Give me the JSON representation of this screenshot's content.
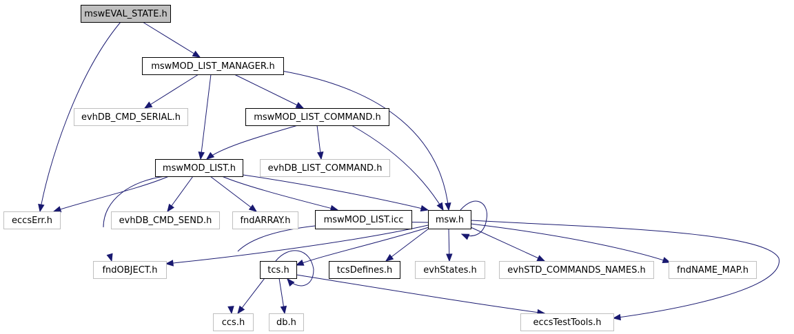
{
  "graph": {
    "colors": {
      "edge": "#191970",
      "root_fill": "#bfbfbf",
      "documented_border": "#000000",
      "undocumented_border": "#bfbfbf",
      "node_fill": "#ffffff"
    },
    "nodes": [
      {
        "id": "mswEVAL_STATE",
        "label": "mswEVAL_STATE.h",
        "style": "root"
      },
      {
        "id": "mswMOD_LIST_MANAGER",
        "label": "mswMOD_LIST_MANAGER.h",
        "style": "documented"
      },
      {
        "id": "evhDB_CMD_SERIAL",
        "label": "evhDB_CMD_SERIAL.h",
        "style": "undocumented"
      },
      {
        "id": "mswMOD_LIST_COMMAND",
        "label": "mswMOD_LIST_COMMAND.h",
        "style": "documented"
      },
      {
        "id": "mswMOD_LIST",
        "label": "mswMOD_LIST.h",
        "style": "documented"
      },
      {
        "id": "evhDB_LIST_COMMAND",
        "label": "evhDB_LIST_COMMAND.h",
        "style": "undocumented"
      },
      {
        "id": "eccsErr",
        "label": "eccsErr.h",
        "style": "undocumented"
      },
      {
        "id": "evhDB_CMD_SEND",
        "label": "evhDB_CMD_SEND.h",
        "style": "undocumented"
      },
      {
        "id": "fndARRAY",
        "label": "fndARRAY.h",
        "style": "undocumented"
      },
      {
        "id": "mswMOD_LIST_icc",
        "label": "mswMOD_LIST.icc",
        "style": "documented"
      },
      {
        "id": "msw",
        "label": "msw.h",
        "style": "documented"
      },
      {
        "id": "fndOBJECT",
        "label": "fndOBJECT.h",
        "style": "undocumented"
      },
      {
        "id": "tcs",
        "label": "tcs.h",
        "style": "documented"
      },
      {
        "id": "tcsDefines",
        "label": "tcsDefines.h",
        "style": "documented"
      },
      {
        "id": "evhStates",
        "label": "evhStates.h",
        "style": "undocumented"
      },
      {
        "id": "evhSTD_COMMANDS_NAMES",
        "label": "evhSTD_COMMANDS_NAMES.h",
        "style": "undocumented"
      },
      {
        "id": "fndNAME_MAP",
        "label": "fndNAME_MAP.h",
        "style": "undocumented"
      },
      {
        "id": "ccs",
        "label": "ccs.h",
        "style": "undocumented"
      },
      {
        "id": "db",
        "label": "db.h",
        "style": "undocumented"
      },
      {
        "id": "eccsTestTools",
        "label": "eccsTestTools.h",
        "style": "undocumented"
      }
    ],
    "edges": [
      {
        "from": "mswEVAL_STATE",
        "to": "mswMOD_LIST_MANAGER"
      },
      {
        "from": "mswEVAL_STATE",
        "to": "eccsErr"
      },
      {
        "from": "mswMOD_LIST_MANAGER",
        "to": "evhDB_CMD_SERIAL"
      },
      {
        "from": "mswMOD_LIST_MANAGER",
        "to": "mswMOD_LIST_COMMAND"
      },
      {
        "from": "mswMOD_LIST_MANAGER",
        "to": "mswMOD_LIST"
      },
      {
        "from": "mswMOD_LIST_MANAGER",
        "to": "msw"
      },
      {
        "from": "mswMOD_LIST_COMMAND",
        "to": "mswMOD_LIST"
      },
      {
        "from": "mswMOD_LIST_COMMAND",
        "to": "evhDB_LIST_COMMAND"
      },
      {
        "from": "mswMOD_LIST_COMMAND",
        "to": "msw"
      },
      {
        "from": "mswMOD_LIST",
        "to": "eccsErr"
      },
      {
        "from": "mswMOD_LIST",
        "to": "evhDB_CMD_SEND"
      },
      {
        "from": "mswMOD_LIST",
        "to": "fndARRAY"
      },
      {
        "from": "mswMOD_LIST",
        "to": "mswMOD_LIST_icc"
      },
      {
        "from": "mswMOD_LIST",
        "to": "msw"
      },
      {
        "from": "mswMOD_LIST",
        "to": "fndOBJECT"
      },
      {
        "from": "msw",
        "to": "msw"
      },
      {
        "from": "msw",
        "to": "fndOBJECT"
      },
      {
        "from": "msw",
        "to": "tcs"
      },
      {
        "from": "msw",
        "to": "tcsDefines"
      },
      {
        "from": "msw",
        "to": "evhStates"
      },
      {
        "from": "msw",
        "to": "evhSTD_COMMANDS_NAMES"
      },
      {
        "from": "msw",
        "to": "fndNAME_MAP"
      },
      {
        "from": "msw",
        "to": "ccs"
      },
      {
        "from": "msw",
        "to": "eccsTestTools"
      },
      {
        "from": "tcs",
        "to": "tcs"
      },
      {
        "from": "tcs",
        "to": "ccs"
      },
      {
        "from": "tcs",
        "to": "db"
      },
      {
        "from": "tcs",
        "to": "eccsTestTools"
      }
    ]
  }
}
